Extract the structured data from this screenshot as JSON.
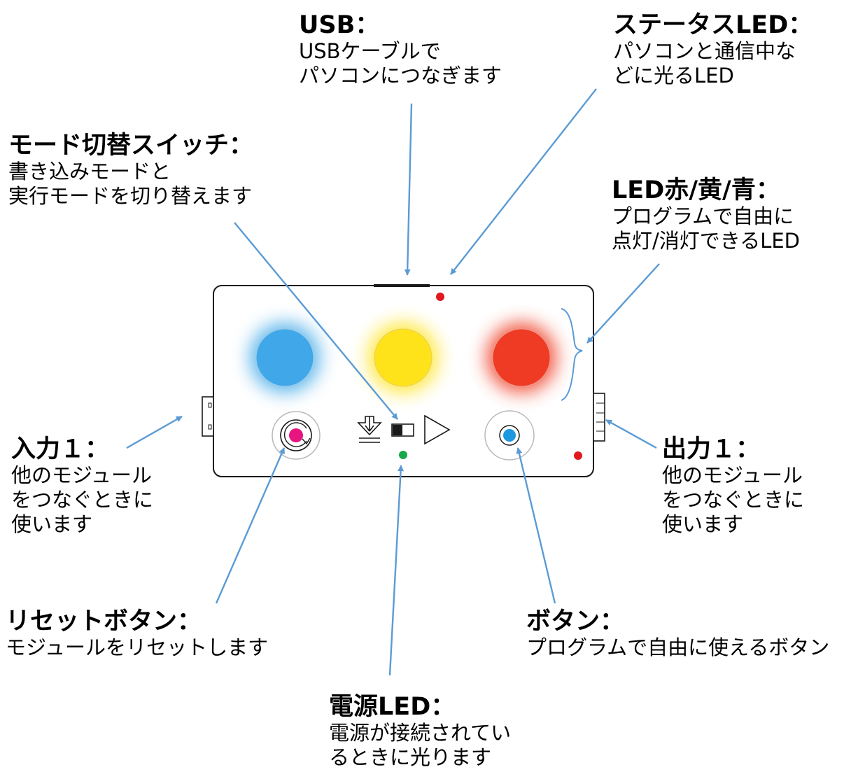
{
  "colors": {
    "arrow": "#5b9bd5",
    "outline": "#1a1a1a",
    "led_blue": "#40a8e8",
    "led_yellow": "#ffe31a",
    "led_red": "#ef3a24",
    "reset_core": "#e6157f",
    "button_core": "#1b98e0",
    "status_led": "#e0191e",
    "power_led": "#19a74b"
  },
  "callouts": {
    "usb": {
      "title": "USB：",
      "lines": [
        "USBケーブルで",
        "パソコンにつなぎます"
      ]
    },
    "status_led": {
      "title": "ステータスLED：",
      "lines": [
        "パソコンと通信中な",
        "どに光るLED"
      ]
    },
    "mode_switch": {
      "title": "モード切替スイッチ：",
      "lines": [
        "書き込みモードと",
        "実行モードを切り替えます"
      ]
    },
    "rgb_led": {
      "title": "LED赤/黄/青：",
      "lines": [
        "プログラムで自由に",
        "点灯/消灯できるLED"
      ]
    },
    "input1": {
      "title": "入力１：",
      "lines": [
        "他のモジュール",
        "をつなぐときに",
        "使います"
      ]
    },
    "output1": {
      "title": "出力１：",
      "lines": [
        "他のモジュール",
        "をつなぐときに",
        "使います"
      ]
    },
    "reset_button": {
      "title": "リセットボタン：",
      "lines": [
        "モジュールをリセットします"
      ]
    },
    "button": {
      "title": "ボタン：",
      "lines": [
        "プログラムで自由に使えるボタン"
      ]
    },
    "power_led": {
      "title": "電源LED：",
      "lines": [
        "電源が接続されてい",
        "るときに光ります"
      ]
    }
  }
}
